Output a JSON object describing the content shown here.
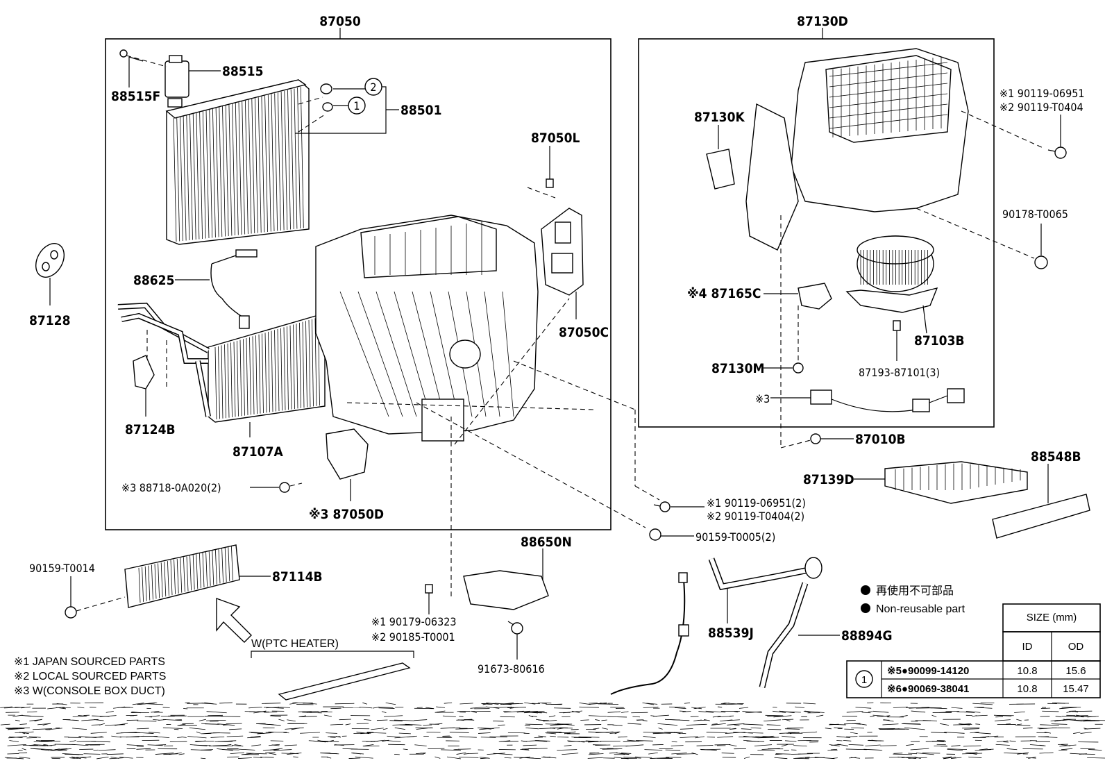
{
  "assemblies": {
    "left_group": "87050",
    "right_group": "87130D"
  },
  "left_parts": {
    "p88515": "88515",
    "p88515F": "88515F",
    "p88501": "88501",
    "p87050L": "87050L",
    "p87128": "87128",
    "p88625": "88625",
    "p87050C": "87050C",
    "p87124B": "87124B",
    "p87107A": "87107A",
    "p88718": "※3 88718-0A020(2)",
    "p87050D": "※3 87050D",
    "circle1": "1",
    "circle2": "2"
  },
  "right_parts": {
    "p87130K": "87130K",
    "p90119a": "※1 90119-06951",
    "p90119b": "※2 90119-T0404",
    "p90178": "90178-T0065",
    "p87165C": "※4 87165C",
    "p87103B": "87103B",
    "p87130M": "87130M",
    "p87193": "87193-87101(3)",
    "p_ref3": "※3",
    "p87010B": "87010B",
    "p87139D": "87139D",
    "p88548B": "88548B"
  },
  "lower_parts": {
    "p90119c": "※1 90119-06951(2)",
    "p90119d": "※2 90119-T0404(2)",
    "p90159a": "90159-T0005(2)",
    "p90159b": "90159-T0014",
    "p87114B": "87114B",
    "p88650N": "88650N",
    "p90179": "※1 90179-06323",
    "p90185": "※2 90185-T0001",
    "p91673": "91673-80616",
    "p88539J": "88539J",
    "p88894G": "88894G",
    "ptc": "W(PTC HEATER)"
  },
  "notes": {
    "n1": "※1 JAPAN SOURCED PARTS",
    "n2": "※2 LOCAL SOURCED PARTS",
    "n3": "※3 W(CONSOLE BOX DUCT)"
  },
  "legend": {
    "jp": "再使用不可部品",
    "en": "Non-reusable part"
  },
  "size_table": {
    "header": "SIZE (mm)",
    "col_id": "ID",
    "col_od": "OD",
    "ref": "1",
    "rows": [
      {
        "part": "※5●90099-14120",
        "id": "10.8",
        "od": "15.6"
      },
      {
        "part": "※6●90069-38041",
        "id": "10.8",
        "od": "15.47"
      }
    ]
  }
}
